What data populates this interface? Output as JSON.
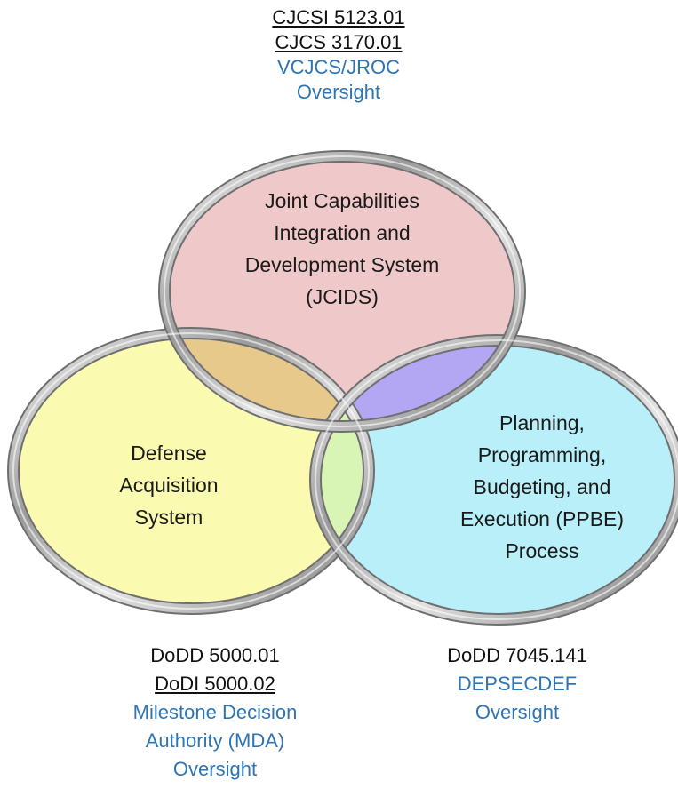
{
  "top_refs": {
    "doc1": "CJCSI 5123.01",
    "doc2": "CJCS 3170.01",
    "oversight1": "VCJCS/JROC",
    "oversight2": "Oversight"
  },
  "circles": {
    "jcids": {
      "lines": [
        "Joint Capabilities",
        "Integration and",
        "Development System",
        "(JCIDS)"
      ],
      "fill": "#efc9c9"
    },
    "das": {
      "lines": [
        "Defense",
        "Acquisition",
        "System"
      ],
      "fill": "#fafab0"
    },
    "ppbe": {
      "lines": [
        "Planning,",
        "Programming,",
        "Budgeting, and",
        "Execution (PPBE)",
        "Process"
      ],
      "fill": "#b8eff8"
    },
    "overlap_colors": {
      "jcids_das": "#e8c98c",
      "jcids_ppbe": "#b3a6f2",
      "das_ppbe": "#d8f5b6"
    }
  },
  "bottom_left_refs": {
    "doc1": "DoDD 5000.01",
    "doc2": "DoDI 5000.02",
    "oversight1": "Milestone Decision",
    "oversight2": "Authority (MDA)",
    "oversight3": "Oversight"
  },
  "bottom_right_refs": {
    "doc1": "DoDD 7045.141",
    "oversight1": "DEPSECDEF",
    "oversight2": "Oversight"
  },
  "colors": {
    "oversight_text": "#2e75b6",
    "ring": "#9a9a9a"
  }
}
